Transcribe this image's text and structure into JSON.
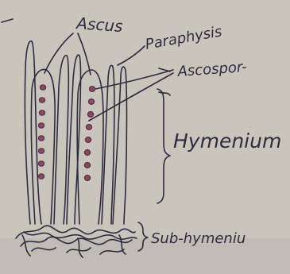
{
  "diagram": {
    "labels": {
      "ascus": "Ascus",
      "paraphysis": "Paraphysis",
      "ascospore": "Ascospor-",
      "hymenium": "Hymenium",
      "sub_hymenium": "Sub-hymeniu"
    }
  },
  "colors": {
    "paper": "#c9c4bc",
    "ink": "#2f2c40",
    "spore_fill": "#8a4a62"
  }
}
